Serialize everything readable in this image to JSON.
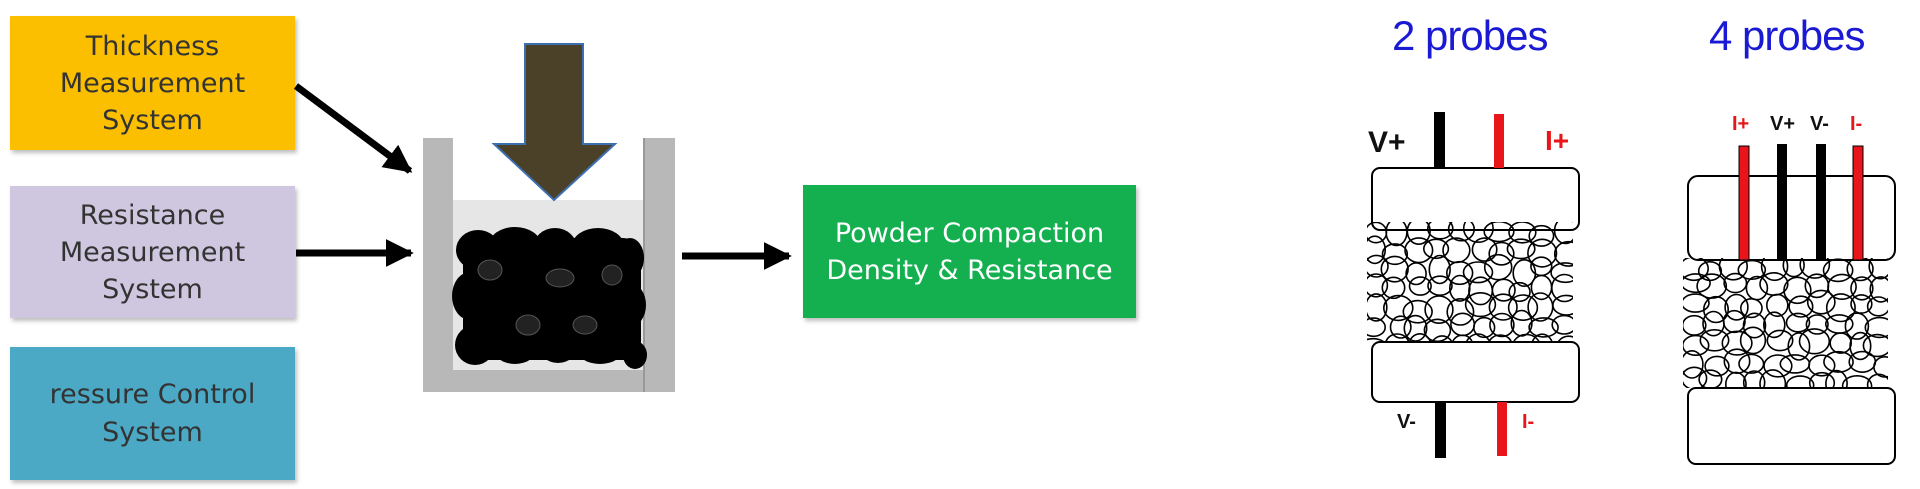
{
  "inputs": {
    "thickness": [
      "Thickness",
      "Measurement",
      "System"
    ],
    "resistance": [
      "Resistance",
      "Measurement",
      "System"
    ],
    "pressure": [
      "ressure Control",
      "System"
    ]
  },
  "output": [
    "Powder Compaction",
    "Density & Resistance"
  ],
  "probes2": {
    "title": "2 probes",
    "v_plus": "V+",
    "i_plus": "I+",
    "v_minus": "V-",
    "i_minus": "I-"
  },
  "probes4": {
    "title": "4 probes",
    "labels": [
      "I+",
      "V+",
      "V-",
      "I-"
    ]
  },
  "colors": {
    "thickness": "#fbbf00",
    "resistance": "#cfc7df",
    "pressure": "#4ba9c6",
    "output": "#14b04f",
    "press_arrow": "#4a4128",
    "title_blue": "#1a1ad4",
    "probe_red": "#e8151b"
  }
}
